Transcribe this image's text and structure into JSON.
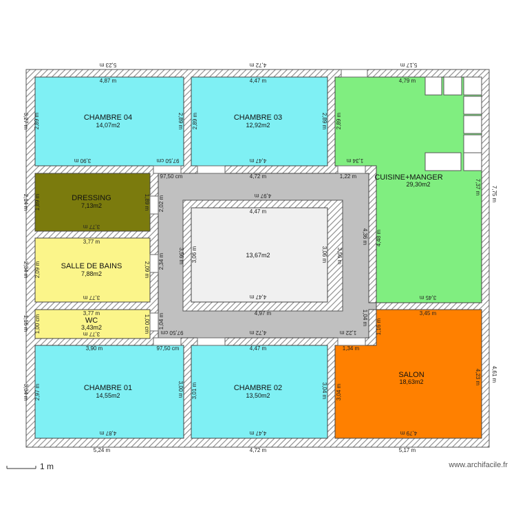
{
  "colors": {
    "wall_hatch": "#b0b0b0",
    "bedroom": "#7ff0f4",
    "kitchen": "#80ee80",
    "dressing": "#7b7b0d",
    "bathroom": "#fbf58a",
    "salon": "#ff8000",
    "corridor": "#c0c0c0",
    "patio": "#f0f0f0"
  },
  "rooms": {
    "chambre04": {
      "name": "CHAMBRE 04",
      "area": "14,07m2"
    },
    "chambre03": {
      "name": "CHAMBRE 03",
      "area": "12,92m2"
    },
    "cuisine": {
      "name": "CUISINE+MANGER",
      "area": "29,30m2"
    },
    "dressing": {
      "name": "DRESSING",
      "area": "7,13m2"
    },
    "patio": {
      "name": "",
      "area": "13,67m2"
    },
    "salle_bains": {
      "name": "SALLE DE BAINS",
      "area": "7,88m2"
    },
    "wc": {
      "name": "WC",
      "area": "3,43m2"
    },
    "chambre01": {
      "name": "CHAMBRE 01",
      "area": "14,55m2"
    },
    "chambre02": {
      "name": "CHAMBRE 02",
      "area": "13,50m2"
    },
    "salon": {
      "name": "SALON",
      "area": "18,63m2"
    }
  },
  "dimensions": {
    "top_1": "5,23 m",
    "top_2": "4,72 m",
    "top_3": "5,17 m",
    "bottom_1": "5,24 m",
    "bottom_2": "4,72 m",
    "bottom_3": "5,17 m",
    "left_1": "3,27 m",
    "left_2": "2,14 m",
    "left_3": "2,34 m",
    "left_4": "1,16 m",
    "left_5": "3,34 m",
    "right_1": "7,75 m",
    "right_2": "4,61 m",
    "c04_top": "4,87 m",
    "c04_left": "2,89 m",
    "c04_right": "2,89 m",
    "c04_bottom": "3,90 m",
    "door_97_1": "97,50 cm",
    "door_97_2": "97,50 cm",
    "door_97_3": "97,50 cm",
    "door_97_4": "97,50 cm",
    "c03_top": "4,47 m",
    "c03_left": "2,89 m",
    "c03_right": "2,89 m",
    "c03_bottom": "4,47 m",
    "cu_top": "4,79 m",
    "cu_left": "2,89 m",
    "cu_bottom_left": "1,34 m",
    "cu_right": "7,37 m",
    "cu_inner": "4,48 m",
    "cu_bottom": "3,45 m",
    "corr_top": "4,72 m",
    "corr_top_right": "1,22 m",
    "corr_left": "2,02 m",
    "corr_inner_top": "4,97 m",
    "corr_inner_left": "3,56 m",
    "corr_inner_right": "3,56 m",
    "corr_right": "4,36 m",
    "corr_left2": "2,34 m",
    "corr_bl": "1,04 m",
    "corr_br": "1,04 m",
    "corr_bottom": "4,72 m",
    "corr_bottom_right": "1,22 m",
    "corr_inner_bottom": "4,97 m",
    "patio_top": "4,47 m",
    "patio_bottom": "4,47 m",
    "patio_left": "3,06 m",
    "patio_right": "3,06 m",
    "dr_left": "1,89 m",
    "dr_right": "1,89 m",
    "dr_bottom": "3,77 m",
    "sb_top": "3,77 m",
    "sb_left": "2,09 m",
    "sb_right": "2,09 m",
    "sb_bottom": "3,77 m",
    "wc_top": "3,77 m",
    "wc_left": "1,00 cm",
    "wc_right": "1,00 cm",
    "wc_bottom": "3,77 m",
    "c01_top": "3,90 m",
    "c01_left": "2,97 m",
    "c01_right": "3,00 m",
    "c01_bottom": "4,87 m",
    "c02_top": "4,47 m",
    "c02_left": "3,01 m",
    "c02_right": "3,04 m",
    "c02_bottom": "4,47 m",
    "sal_top": "3,45 m",
    "sal_tl": "1,34 m",
    "sal_left_small": "1,16 m",
    "sal_left": "3,04 m",
    "sal_right": "4,23 m",
    "sal_bottom": "4,79 m"
  },
  "footer": {
    "scale_label": "1 m",
    "watermark": "www.archifacile.fr"
  }
}
